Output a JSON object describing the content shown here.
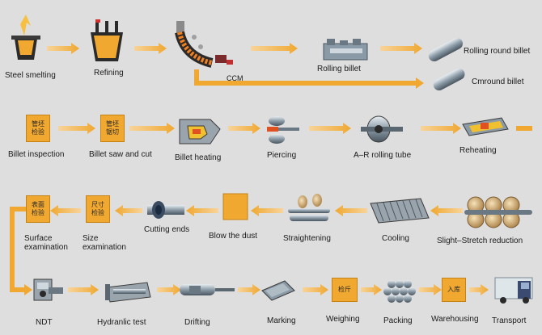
{
  "colors": {
    "background": "#dedede",
    "arrow": "#f0a830",
    "box": "#f0a830",
    "steel": "#8a9aa6",
    "dark": "#2a2a2a"
  },
  "row1": {
    "steel_smelting": "Steel smelting",
    "refining": "Refining",
    "ccm": "CCM",
    "rolling_billet": "Rolling billet",
    "rolling_round_billet": "Rolling round billet",
    "cmround_billet": "Cmround billet"
  },
  "row2": {
    "billet_inspection": "Billet inspection",
    "billet_inspection_box": "管坯\n检验",
    "billet_saw": "Billet saw and cut",
    "billet_saw_box": "管坯\n锯切",
    "billet_heating": "Billet heating",
    "piercing": "Piercing",
    "ar_rolling": "A–R rolling tube",
    "reheating": "Reheating"
  },
  "row3": {
    "surface_exam": "Surface\nexamination",
    "surface_exam_box": "表面\n检验",
    "size_exam": "Size\nexamination",
    "size_exam_box": "尺寸\n检验",
    "cutting_ends": "Cutting ends",
    "blow_dust": "Blow the dust",
    "straightening": "Straightening",
    "cooling": "Cooling",
    "slight_stretch": "Slight–Stretch reduction"
  },
  "row4": {
    "ndt": "NDT",
    "hydraulic": "Hydranlic test",
    "drifting": "Drifting",
    "marking": "Marking",
    "weighing": "Weighing",
    "weighing_box": "检斤",
    "packing": "Packing",
    "warehousing": "Warehousing",
    "warehousing_box": "入库",
    "transport": "Transport"
  }
}
